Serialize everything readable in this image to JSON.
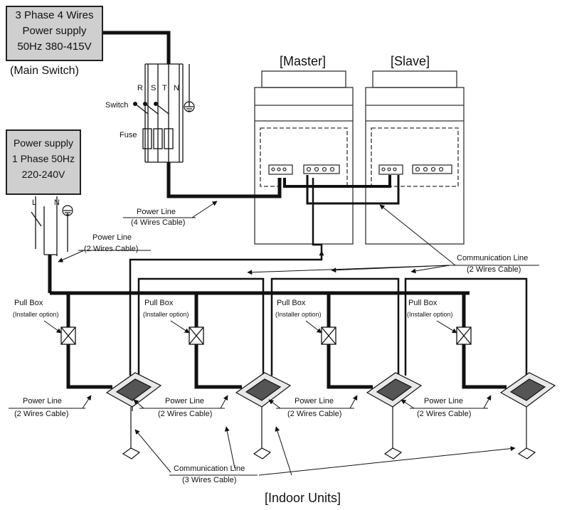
{
  "supply3": {
    "line1": "3 Phase 4 Wires",
    "line2": "Power supply",
    "line3": "50Hz 380-415V"
  },
  "main_switch": "(Main Switch)",
  "supply1": {
    "line1": "Power supply",
    "line2": "1 Phase 50Hz",
    "line3": "220-240V"
  },
  "phases": {
    "r": "R",
    "s": "S",
    "t": "T",
    "n": "N"
  },
  "single_phase": {
    "l": "L",
    "n": "N"
  },
  "switch_label": "Switch",
  "fuse_label": "Fuse",
  "master_label": "[Master]",
  "slave_label": "[Slave]",
  "power_line_4": {
    "title": "Power Line",
    "sub": "(4 Wires Cable)"
  },
  "power_line_2_top": {
    "title": "Power Line",
    "sub": "(2 Wires Cable)"
  },
  "comm_line_top": {
    "title": "Communication Line",
    "sub": "(2 Wires Cable)"
  },
  "pull_boxes": [
    {
      "title": "Pull Box",
      "sub": "(Installer option)"
    },
    {
      "title": "Pull Box",
      "sub": "(Installer option)"
    },
    {
      "title": "Pull Box",
      "sub": "(Installer option)"
    },
    {
      "title": "Pull Box",
      "sub": "(Installer option)"
    }
  ],
  "power_lines_bottom": [
    {
      "title": "Power Line",
      "sub": "(2 Wires Cable)"
    },
    {
      "title": "Power Line",
      "sub": "(2 Wires Cable)"
    },
    {
      "title": "Power Line",
      "sub": "(2 Wires Cable)"
    },
    {
      "title": "Power Line",
      "sub": "(2 Wires Cable)"
    }
  ],
  "comm_line_bottom": {
    "title": "Communication Line",
    "sub": "(3 Wires Cable)"
  },
  "indoor_units": "[Indoor Units]"
}
